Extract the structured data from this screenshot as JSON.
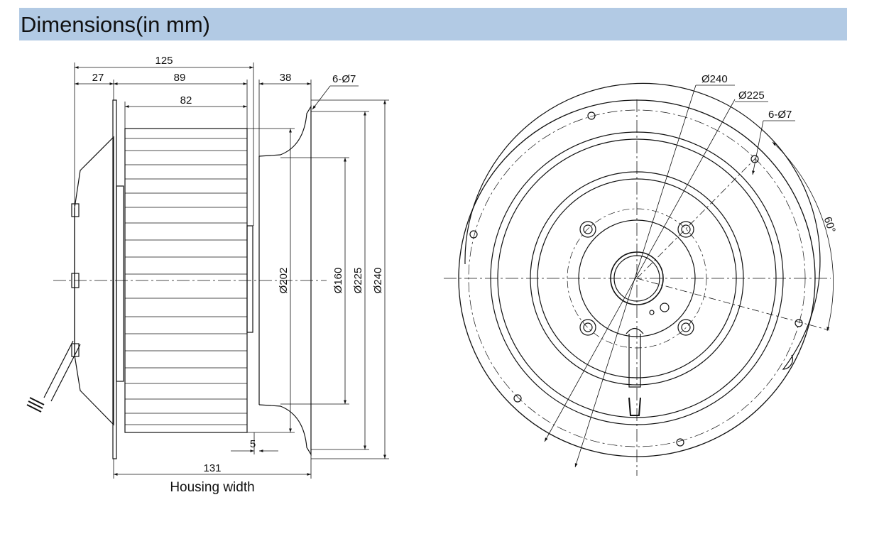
{
  "header": {
    "title": "Dimensions(in mm)",
    "background": "#b2cae4"
  },
  "side_view": {
    "dims": {
      "d125": "125",
      "d27": "27",
      "d89": "89",
      "d82": "82",
      "d38": "38",
      "holes": "6-Ø7",
      "d202": "Ø202",
      "d160": "Ø160",
      "d225": "Ø225",
      "d240": "Ø240",
      "d5": "5",
      "d131": "131"
    },
    "caption": "Housing width"
  },
  "front_view": {
    "dims": {
      "d240": "Ø240",
      "d225": "Ø225",
      "holes": "6-Ø7",
      "angle": "60°"
    }
  },
  "colors": {
    "line": "#111111",
    "header": "#b2cae4"
  }
}
